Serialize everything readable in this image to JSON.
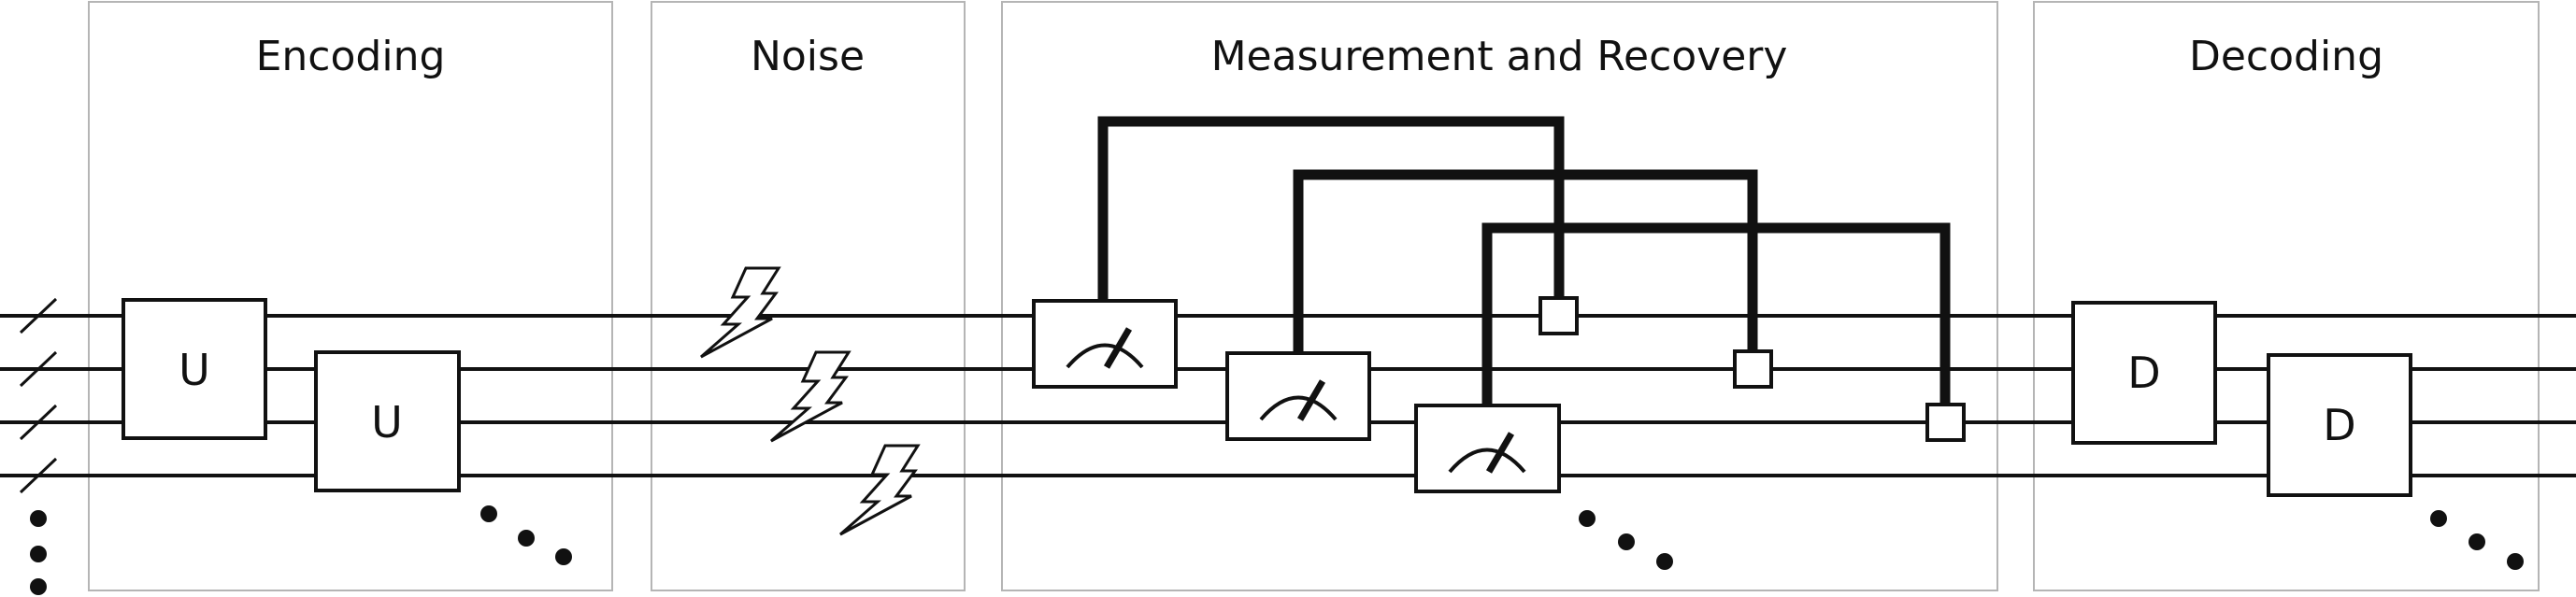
{
  "panels": [
    {
      "id": "encoding",
      "title": "Encoding"
    },
    {
      "id": "noise",
      "title": "Noise"
    },
    {
      "id": "measurement",
      "title": "Measurement and Recovery"
    },
    {
      "id": "decoding",
      "title": "Decoding"
    }
  ],
  "gates": {
    "encoding": [
      "U",
      "U"
    ],
    "decoding": [
      "D",
      "D"
    ]
  },
  "colors": {
    "wire": "#111111",
    "panel_border": "#b5b5b5",
    "gate_fill": "#ffffff"
  },
  "icons": [
    "lightning-bolt-icon",
    "meter-icon",
    "ellipsis-dots"
  ]
}
